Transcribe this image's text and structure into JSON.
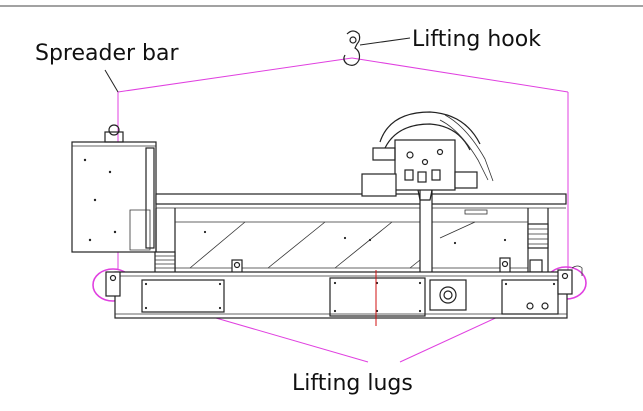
{
  "labels": {
    "spreader_bar": "Spreader bar",
    "lifting_hook": "Lifting hook",
    "lifting_lugs": "Lifting lugs"
  },
  "colors": {
    "rigging": "#e040e0",
    "drawing_ink": "#222222",
    "red_line": "#d01010",
    "background": "#ffffff"
  }
}
